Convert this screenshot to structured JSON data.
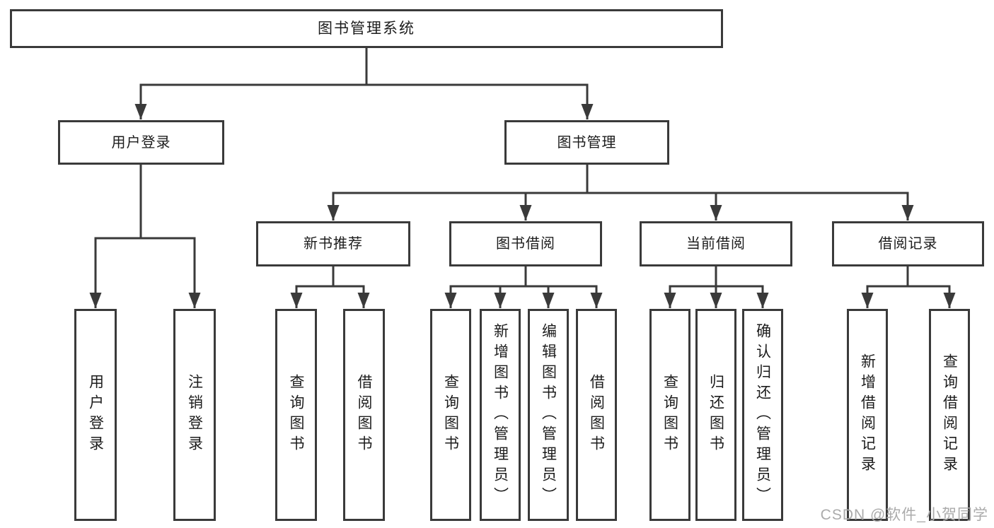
{
  "colors": {
    "line": "#3a3a3a",
    "box_border": "#3a3a3a",
    "text": "#1c1c1c",
    "background": "#ffffff",
    "watermark": "#ababab"
  },
  "watermark": "CSDN @软件_小贺同学",
  "tree": {
    "label": "图书管理系统",
    "children": [
      {
        "label": "用户登录",
        "children": [
          {
            "label": "用户登录"
          },
          {
            "label": "注销登录"
          }
        ]
      },
      {
        "label": "图书管理",
        "children": [
          {
            "label": "新书推荐",
            "children": [
              {
                "label": "查询图书"
              },
              {
                "label": "借阅图书"
              }
            ]
          },
          {
            "label": "图书借阅",
            "children": [
              {
                "label": "查询图书"
              },
              {
                "label": "新增图书（管理员）"
              },
              {
                "label": "编辑图书（管理员）"
              },
              {
                "label": "借阅图书"
              }
            ]
          },
          {
            "label": "当前借阅",
            "children": [
              {
                "label": "查询图书"
              },
              {
                "label": "归还图书"
              },
              {
                "label": "确认归还（管理员）"
              }
            ]
          },
          {
            "label": "借阅记录",
            "children": [
              {
                "label": "新增借阅记录"
              },
              {
                "label": "查询借阅记录"
              }
            ]
          }
        ]
      }
    ]
  }
}
